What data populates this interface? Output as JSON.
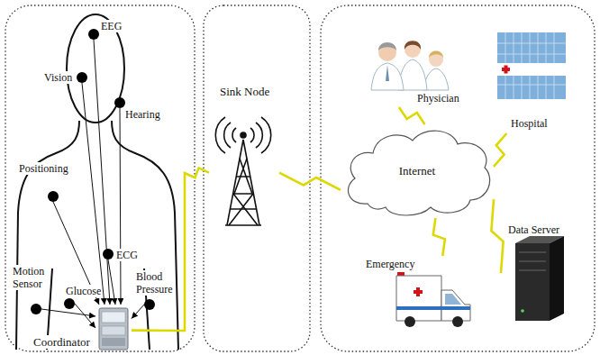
{
  "diagram": {
    "nodes": [
      {
        "text": [
          "EEG"
        ]
      },
      {
        "text": [
          "Vision"
        ]
      },
      {
        "text": [
          "Hearing"
        ]
      },
      {
        "text": [
          "Positioning"
        ]
      },
      {
        "text": [
          "ECG"
        ]
      },
      {
        "text": [
          "Motion Sensor"
        ]
      },
      {
        "text": [
          "Glucose"
        ]
      },
      {
        "text": [
          "Blood Pressure"
        ]
      },
      {
        "text": [
          "Coordinator"
        ]
      },
      {
        "text": [
          "Sink Node"
        ]
      },
      {
        "text": [
          "Internet"
        ]
      },
      {
        "text": [
          "Physician"
        ]
      },
      {
        "text": [
          "Hospital"
        ]
      },
      {
        "text": [
          "Emergency"
        ]
      },
      {
        "text": [
          "Data Server"
        ]
      }
    ],
    "edges": [
      {
        "from": 0,
        "to": 8,
        "arrow": "to"
      },
      {
        "from": 1,
        "to": 8,
        "arrow": "to"
      },
      {
        "from": 2,
        "to": 8,
        "arrow": "to"
      },
      {
        "from": 3,
        "to": 8,
        "arrow": "to"
      },
      {
        "from": 4,
        "to": 8,
        "arrow": "to"
      },
      {
        "from": 5,
        "to": 8,
        "arrow": "to"
      },
      {
        "from": 6,
        "to": 8,
        "arrow": "to"
      },
      {
        "from": 7,
        "to": 8,
        "arrow": "to"
      },
      {
        "from": 8,
        "to": 9,
        "arrow": "none"
      },
      {
        "from": 9,
        "to": 10,
        "arrow": "none"
      },
      {
        "from": 10,
        "to": 11,
        "arrow": "none"
      },
      {
        "from": 10,
        "to": 12,
        "arrow": "none"
      },
      {
        "from": 10,
        "to": 13,
        "arrow": "none"
      },
      {
        "from": 10,
        "to": 14,
        "arrow": "none"
      }
    ]
  }
}
